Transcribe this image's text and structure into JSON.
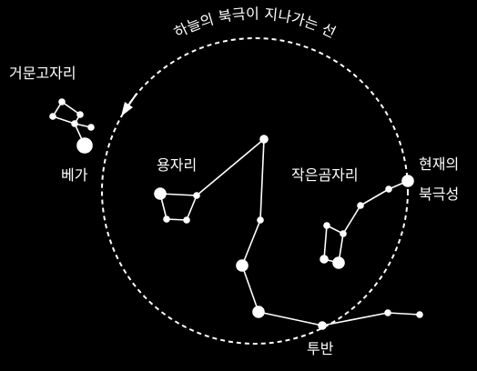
{
  "labels": {
    "orbit_caption": "하늘의 북극이 지나가는 선",
    "lyra": "거문고자리",
    "vega": "베가",
    "draco": "용자리",
    "ursa_minor": "작은곰자리",
    "current_pole_line1": "현재의",
    "current_pole_line2": "북극성",
    "hercules": "투반"
  },
  "colors": {
    "background": "#000000",
    "foreground": "#ffffff"
  }
}
